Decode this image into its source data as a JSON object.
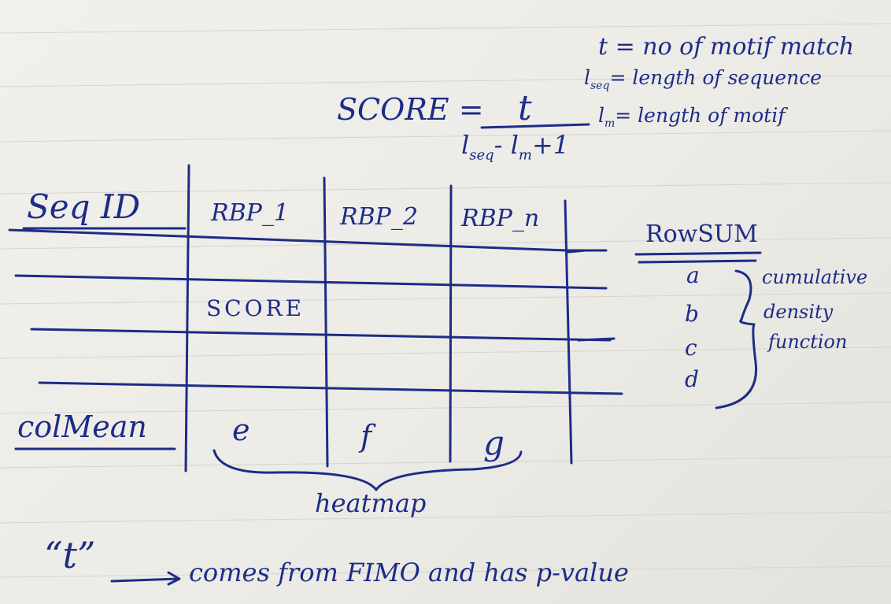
{
  "formula": {
    "lhs": "SCORE =",
    "numerator": "t",
    "denominator": "l",
    "denominator_seq": "seq",
    "denominator_minus": "- l",
    "denominator_m": "m",
    "denominator_plus": "+1"
  },
  "definitions": [
    "t = no of motif match",
    "l",
    "seq",
    "= length of sequence",
    "l",
    "m",
    "= length of motif"
  ],
  "table": {
    "headers": [
      "Seq ID",
      "RBP_1",
      "RBP_2",
      "RBP_n"
    ],
    "cell_label": "SCORE",
    "col_mean_label": "colMean",
    "col_means": [
      "e",
      "f",
      "g"
    ]
  },
  "rowsum": {
    "title": "RowSUM",
    "values": [
      "a",
      "b",
      "c",
      "d"
    ],
    "brace_label": [
      "cumulative",
      "density",
      "function"
    ]
  },
  "heatmap_label": "heatmap",
  "footnote": {
    "quoted": "“t”",
    "text": "comes from FIMO and has p-value"
  }
}
